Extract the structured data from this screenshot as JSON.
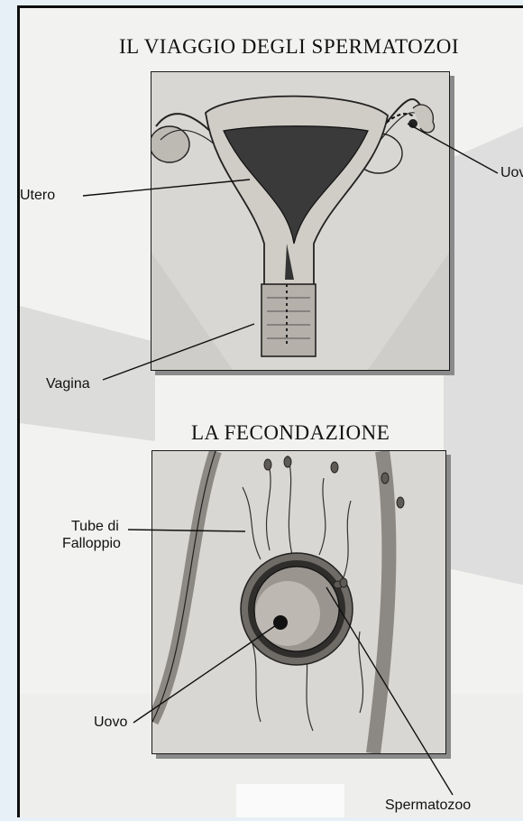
{
  "top": {
    "title": "IL VIAGGIO DEGLI SPERMATOZOI",
    "labels": {
      "uterus": "Utero",
      "vagina": "Vagina",
      "egg": "Uovo"
    }
  },
  "bottom": {
    "title": "LA FECONDAZIONE",
    "labels": {
      "tube_line1": "Tube di",
      "tube_line2": "Falloppio",
      "egg": "Uovo",
      "sperm": "Spermatozoo"
    }
  },
  "colors": {
    "page_bg": "#e6f0f6",
    "paper": "#f2f2f0",
    "panel": "#d9d7d3",
    "ink": "#111111"
  }
}
